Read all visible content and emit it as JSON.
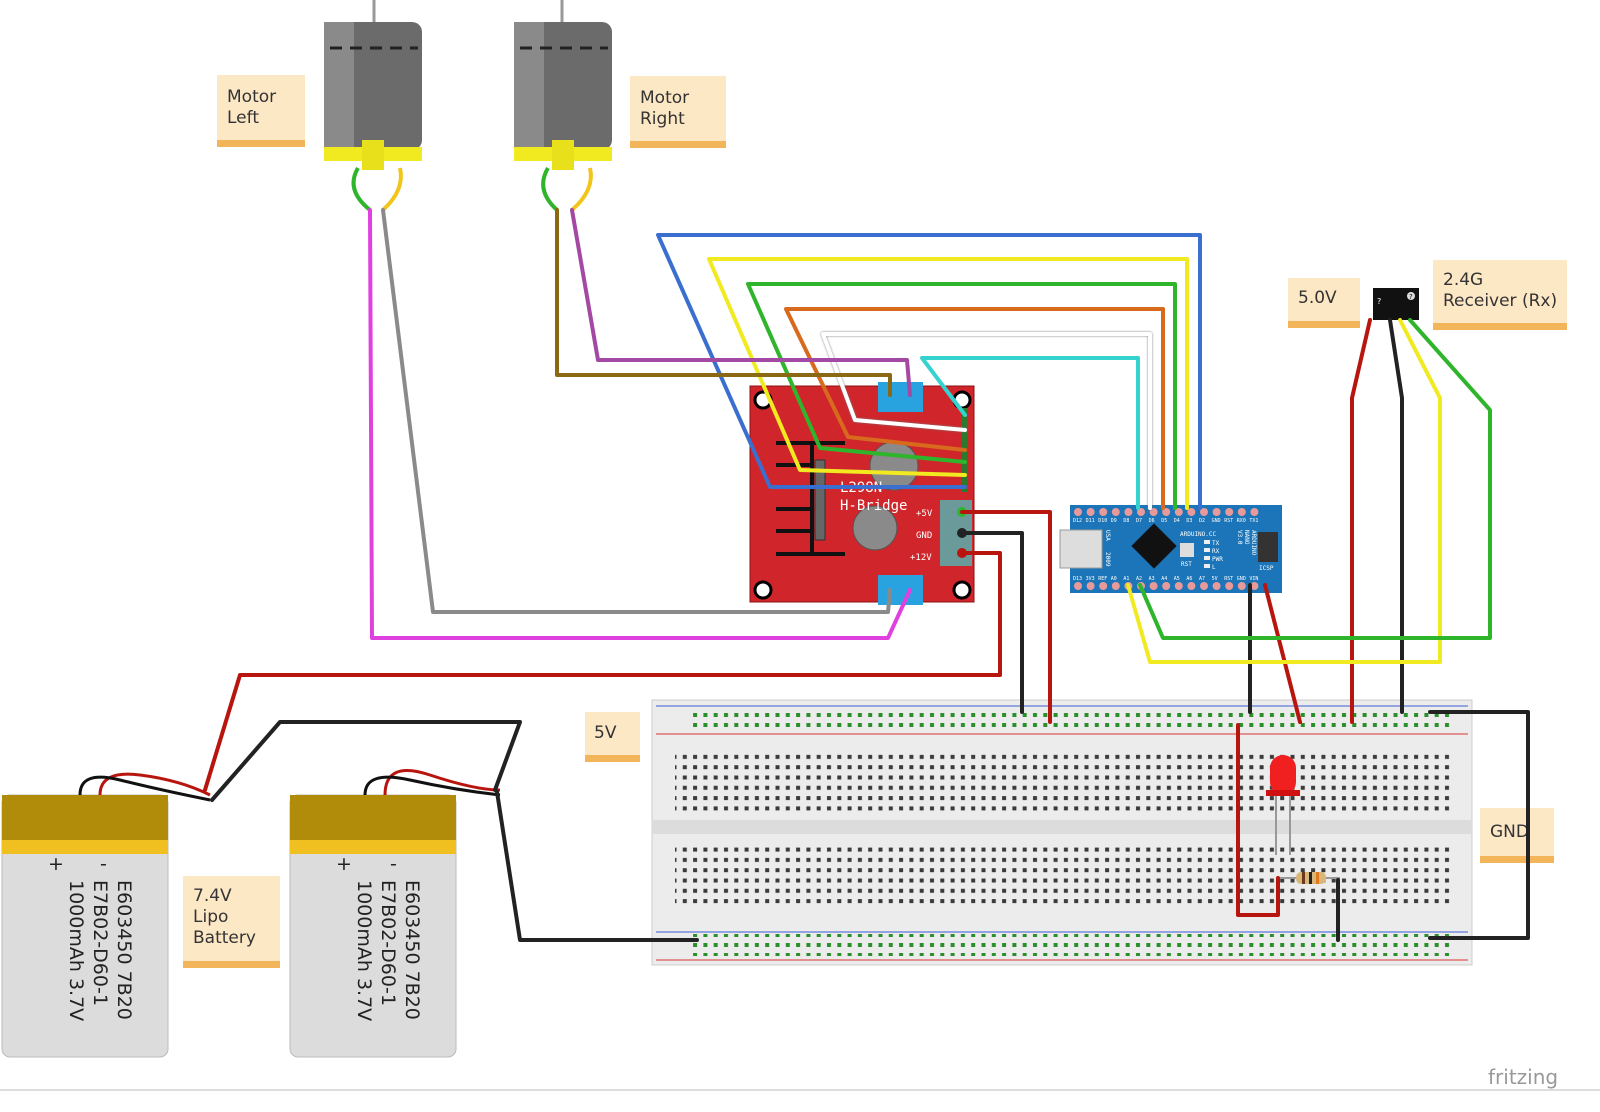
{
  "notes": {
    "motor_left": [
      "Motor",
      "Left"
    ],
    "motor_right": [
      "Motor",
      "Right"
    ],
    "v50": "5.0V",
    "receiver": [
      "2.4G",
      "Receiver (Rx)"
    ],
    "v5": "5V",
    "gnd": "GND",
    "battery": [
      "7.4V",
      "Lipo",
      "Battery"
    ]
  },
  "l298n": {
    "title": "L298N",
    "subtitle": "H-Bridge",
    "power_pins": [
      "+5V",
      "GND",
      "+12V"
    ],
    "color": "#d0262b"
  },
  "arduino": {
    "top_pins": [
      "D12",
      "D11",
      "D10",
      "D9",
      "D8",
      "D7",
      "D6",
      "D5",
      "D4",
      "D3",
      "D2",
      "GND",
      "RST",
      "RX0",
      "TX1"
    ],
    "bottom_pins": [
      "D13",
      "3V3",
      "REF",
      "A0",
      "A1",
      "A2",
      "A3",
      "A4",
      "A5",
      "A6",
      "A7",
      "5V",
      "RST",
      "GND",
      "VIN"
    ],
    "brand": "ARDUINO.CC",
    "model": [
      "ARDUINO",
      "NANO",
      "V3.0"
    ],
    "leds": [
      "TX",
      "RX",
      "PWR",
      "L"
    ],
    "rst": "RST",
    "usa": "USA",
    "year": "2009",
    "icsp": "ICSP",
    "color": "#1b75b8"
  },
  "batteries": [
    {
      "plus": "+",
      "minus": "-",
      "lines": [
        "E603450 7B20",
        "E7B02-D60-1",
        "1000mAh 3.7V"
      ]
    },
    {
      "plus": "+",
      "minus": "-",
      "lines": [
        "E603450 7B20",
        "E7B02-D60-1",
        "1000mAh 3.7V"
      ]
    }
  ],
  "receiver_marks": [
    "?",
    "?"
  ],
  "watermark": "fritzing",
  "wire_colors": {
    "blue": "#3a6fd0",
    "yellow": "#f2ea21",
    "green": "#2fb52b",
    "orange": "#d86a1e",
    "white": "#ffffff",
    "cyan": "#35d3d0",
    "brown": "#8b6914",
    "purple": "#a349a4",
    "magenta": "#e040e0",
    "gray": "#8a8a8a",
    "red": "#b8150f",
    "black": "#222222"
  }
}
